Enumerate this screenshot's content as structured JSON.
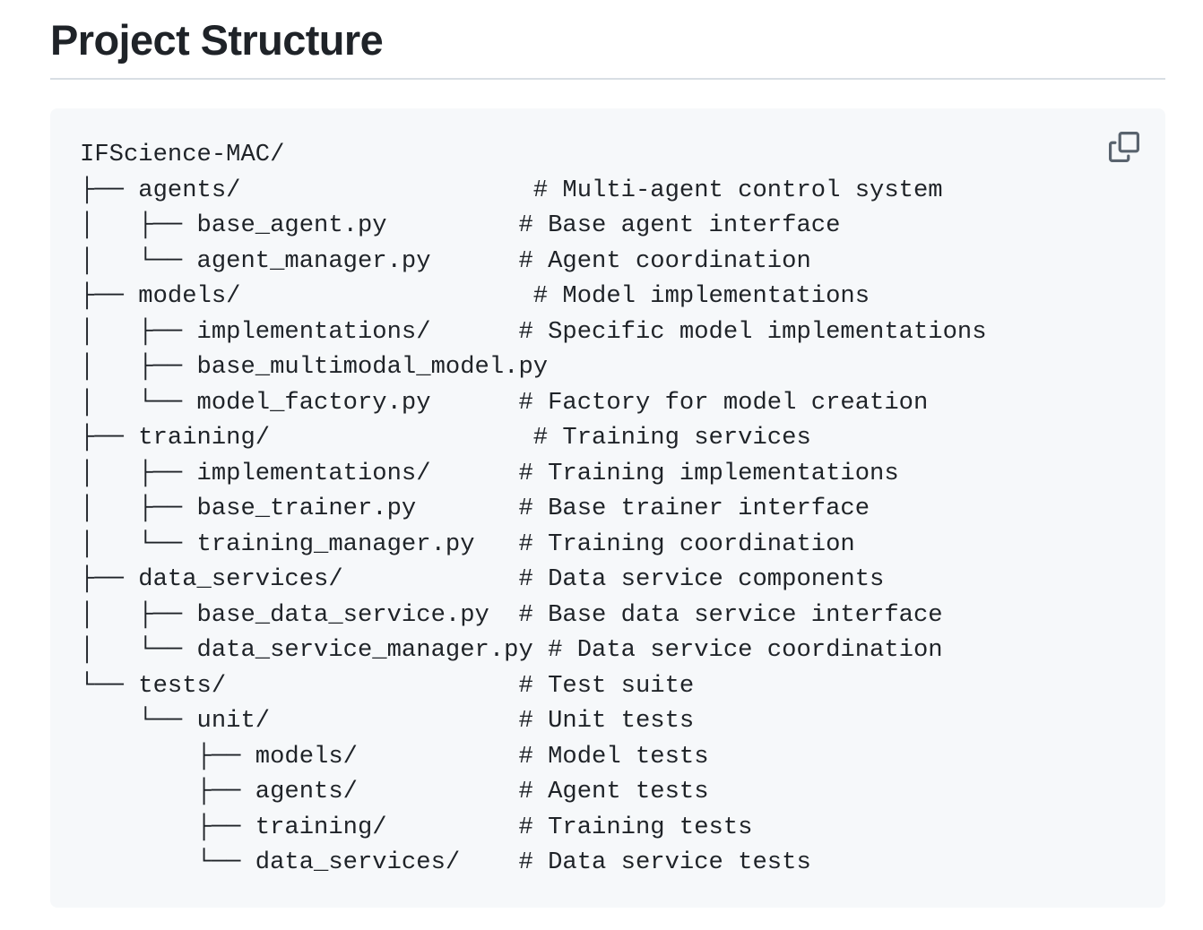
{
  "heading": "Project Structure",
  "code_block": {
    "lines": [
      "IFScience-MAC/",
      "├── agents/                    # Multi-agent control system",
      "│   ├── base_agent.py         # Base agent interface",
      "│   └── agent_manager.py      # Agent coordination",
      "├── models/                    # Model implementations",
      "│   ├── implementations/      # Specific model implementations",
      "│   ├── base_multimodal_model.py",
      "│   └── model_factory.py      # Factory for model creation",
      "├── training/                  # Training services",
      "│   ├── implementations/      # Training implementations",
      "│   ├── base_trainer.py       # Base trainer interface",
      "│   └── training_manager.py   # Training coordination",
      "├── data_services/            # Data service components",
      "│   ├── base_data_service.py  # Base data service interface",
      "│   └── data_service_manager.py # Data service coordination",
      "└── tests/                    # Test suite",
      "    └── unit/                 # Unit tests",
      "        ├── models/           # Model tests",
      "        ├── agents/           # Agent tests",
      "        ├── training/         # Training tests",
      "        └── data_services/    # Data service tests"
    ],
    "copy_icon": "copy-icon"
  }
}
